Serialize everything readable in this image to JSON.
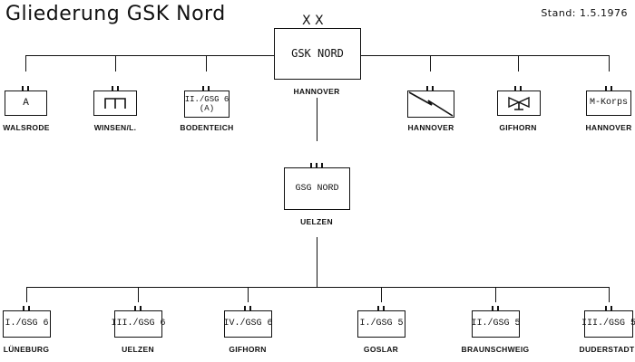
{
  "header": {
    "title": "Gliederung GSK Nord",
    "stand": "Stand: 1.5.1976"
  },
  "hq": {
    "box_text": "GSK NORD",
    "echelon_marks": "X X",
    "location": "HANNOVER"
  },
  "direct_units": [
    {
      "box_text": "A",
      "icon": "artillery-symbol",
      "location": "WALSRODE"
    },
    {
      "box_text": "",
      "icon": "engineer-symbol",
      "location": "WINSEN/L."
    },
    {
      "box_text": "II./GSG 6",
      "box_text_2": "(A)",
      "icon": "",
      "location": "BODENTEICH"
    },
    {
      "box_text": "",
      "icon": "signal-symbol",
      "location": "HANNOVER"
    },
    {
      "box_text": "",
      "icon": "helicopter-symbol",
      "location": "GIFHORN"
    },
    {
      "box_text": "M-Korps",
      "icon": "",
      "location": "HANNOVER"
    }
  ],
  "group": {
    "box_text": "GSG NORD",
    "location": "UELZEN"
  },
  "battalions": [
    {
      "box_text": "I./GSG 6",
      "location": "LÜNEBURG"
    },
    {
      "box_text": "III./GSG 6",
      "location": "UELZEN"
    },
    {
      "box_text": "IV./GSG 6",
      "location": "GIFHORN"
    },
    {
      "box_text": "I./GSG 5",
      "location": "GOSLAR"
    },
    {
      "box_text": "II./GSG 5",
      "location": "BRAUNSCHWEIG"
    },
    {
      "box_text": "III./GSG 5",
      "location": "DUDERSTADT"
    }
  ]
}
